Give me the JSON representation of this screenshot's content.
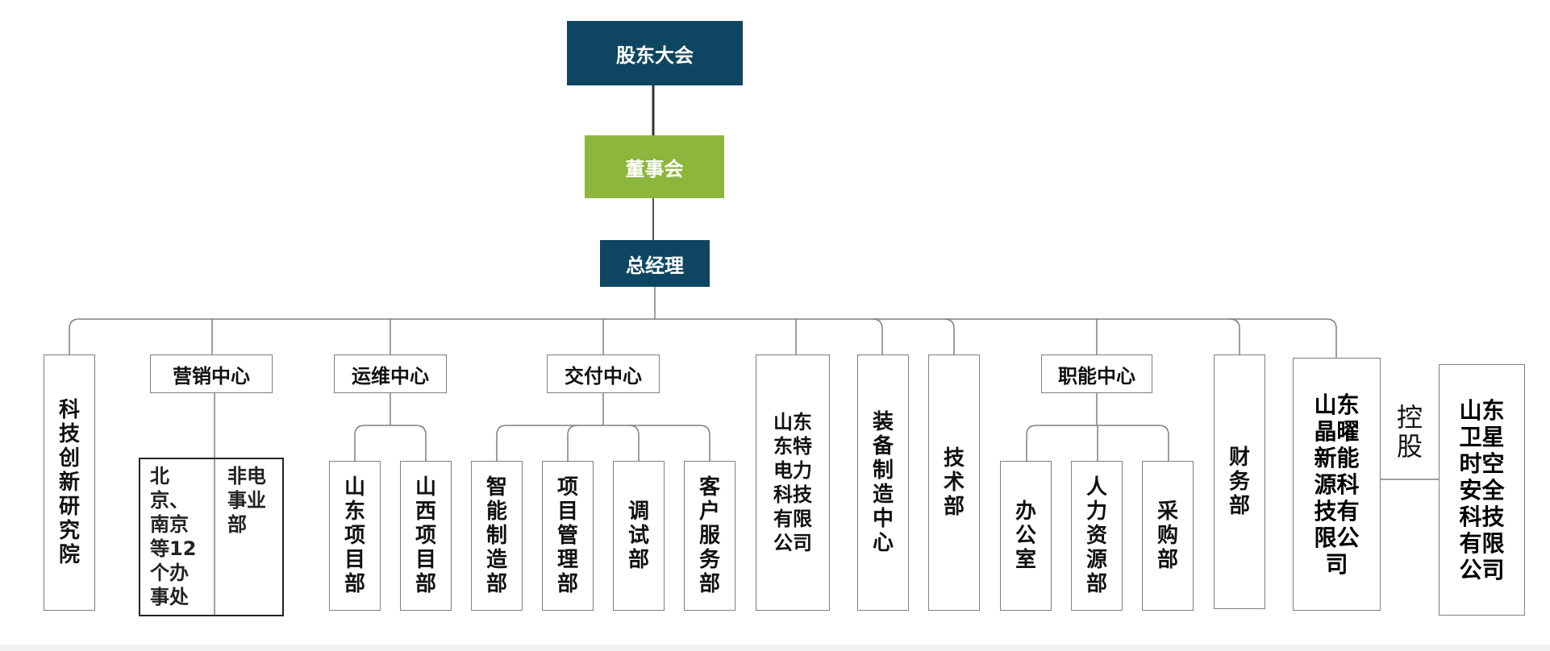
{
  "top": {
    "shareholders": "股东大会",
    "board": "董事会",
    "gm": "总经理"
  },
  "centers": {
    "marketing": "营销中心",
    "ops": "运维中心",
    "delivery": "交付中心",
    "functions": "职能中心"
  },
  "units": {
    "research": "科技创新研究院",
    "offices": "北京、南京等12个办事处",
    "non_power": "非电事业部",
    "shandong_proj": "山东项目部",
    "shanxi_proj": "山西项目部",
    "smart_mfg": "智能制造部",
    "proj_mgmt": "项目管理部",
    "debug": "调试部",
    "customer_service": "客户服务部",
    "dongte": "山东东特电力科技有限公司",
    "equipment": "装备制造中心",
    "tech": "技术部",
    "office": "办公室",
    "hr": "人力资源部",
    "purchase": "采购部",
    "finance": "财务部",
    "jingyao": "山东晶曜新能源科技有限公司",
    "weixing": "山东卫星时空安全科技有限公司"
  },
  "relation": "控股",
  "colors": {
    "navy": "#0e4561",
    "green": "#8db63c",
    "line": "#7f7f7f"
  }
}
